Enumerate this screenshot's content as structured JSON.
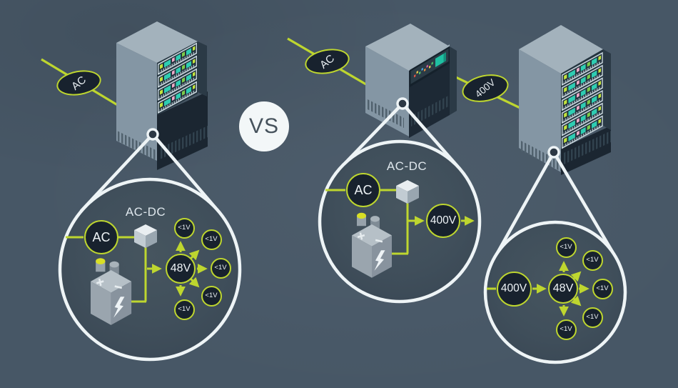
{
  "colors": {
    "background": "#475766",
    "accent_green": "#bed62f",
    "node_fill": "#18222e",
    "lens_fill": "#3f4e5a",
    "outline_white": "#eef4f6",
    "vs_badge_bg": "#f3f7f8",
    "vs_text": "#46525c",
    "server_screen_teal": "#2fcdb2",
    "battery_cap_yellow": "#d9df25"
  },
  "comparison": {
    "vs_label": "VS"
  },
  "left_system": {
    "source_label": "AC",
    "converter_label": "AC-DC",
    "node_ac": "AC",
    "bus_label": "48V",
    "load_labels": [
      "<1V",
      "<1V",
      "<1V",
      "<1V",
      "<1V"
    ]
  },
  "middle_system": {
    "source_label": "AC",
    "converter_label": "AC-DC",
    "node_ac": "AC",
    "output_label": "400V",
    "distribution_label": "400V"
  },
  "right_system": {
    "input_label": "400V",
    "bus_label": "48V",
    "load_labels": [
      "<1V",
      "<1V",
      "<1V",
      "<1V",
      "<1V"
    ]
  }
}
